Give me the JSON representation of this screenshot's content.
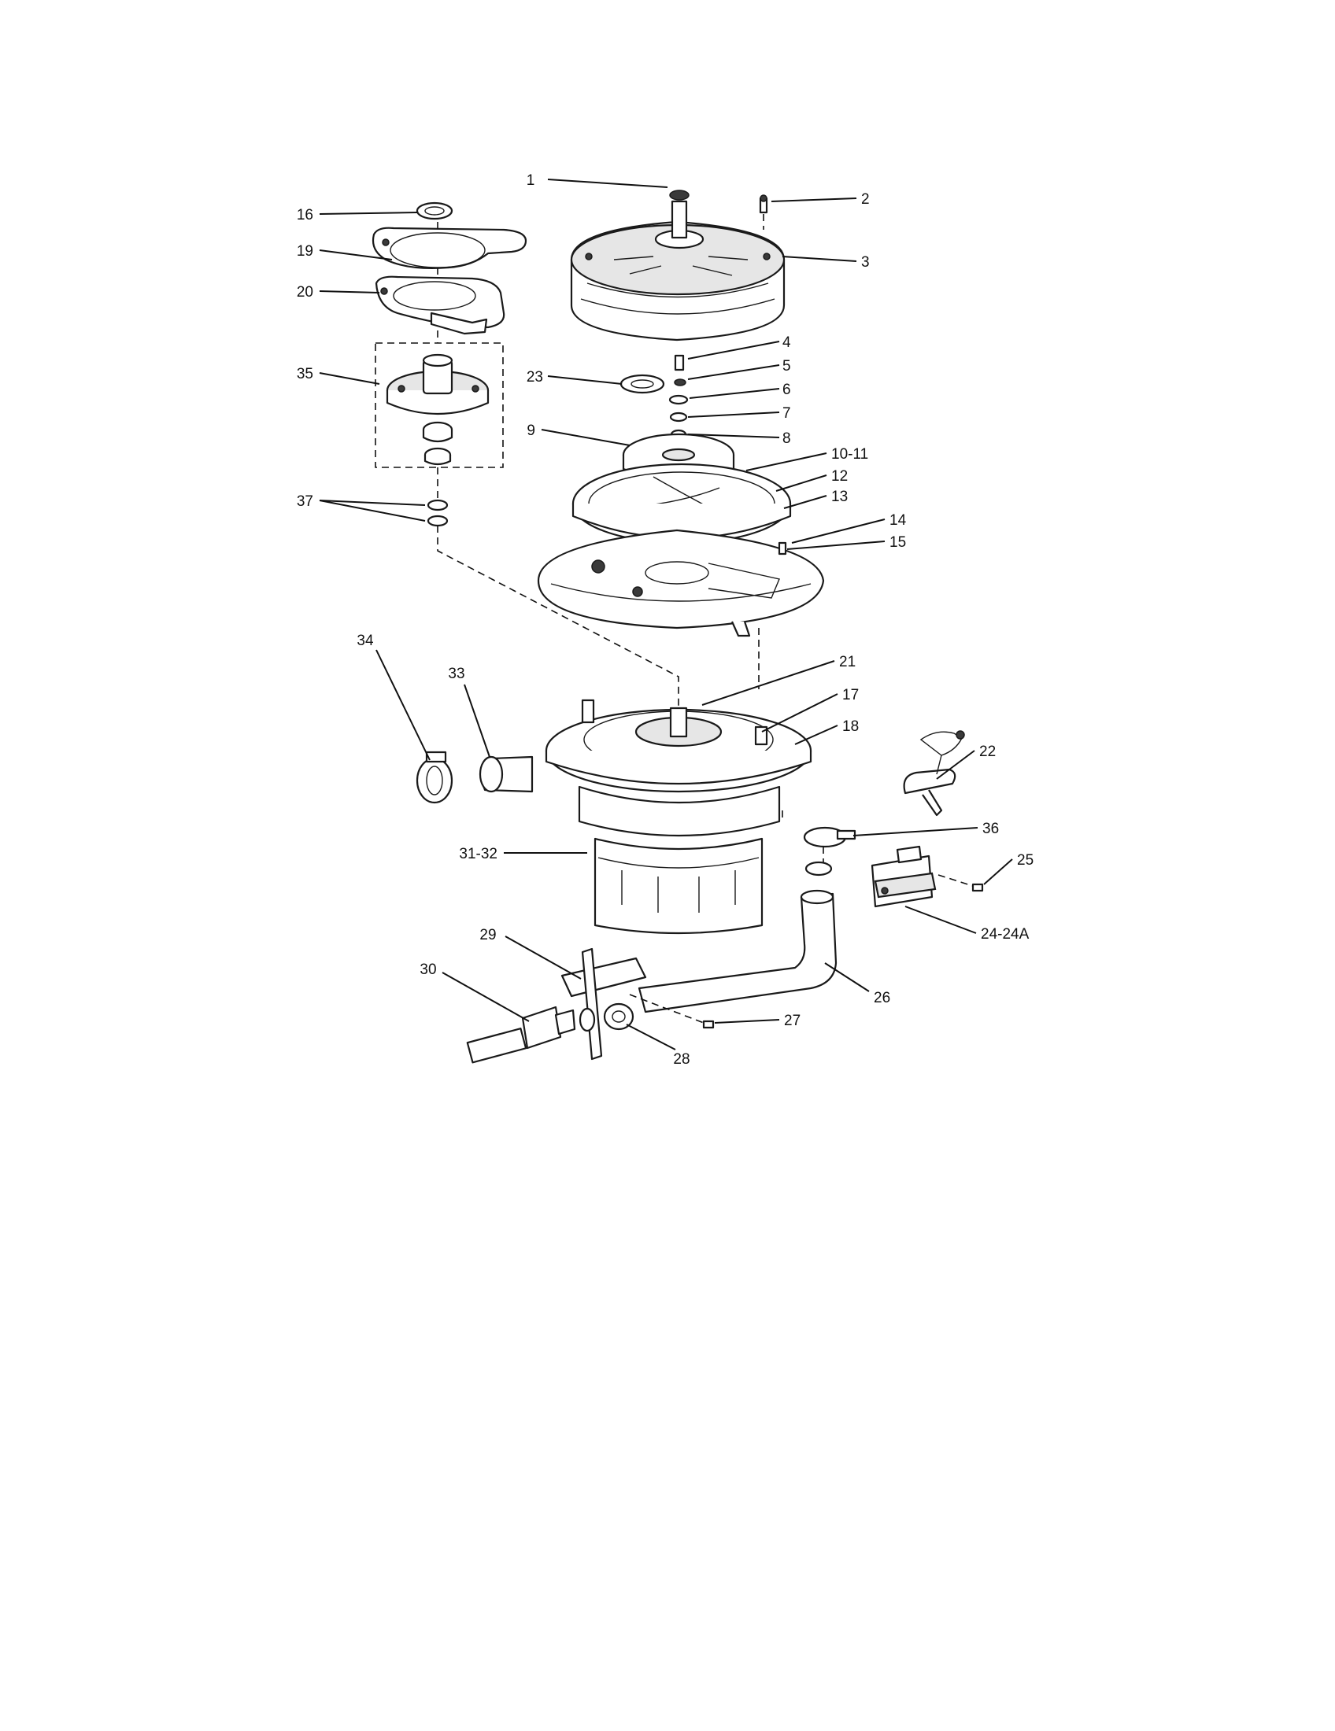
{
  "callouts": [
    "1",
    "2",
    "3",
    "4",
    "5",
    "6",
    "7",
    "8",
    "9",
    "10-11",
    "12",
    "13",
    "14",
    "15",
    "16",
    "19",
    "20",
    "35",
    "23",
    "37",
    "34",
    "33",
    "21",
    "17",
    "18",
    "22",
    "36",
    "25",
    "31-32",
    "24-24A",
    "29",
    "30",
    "26",
    "27",
    "28"
  ]
}
